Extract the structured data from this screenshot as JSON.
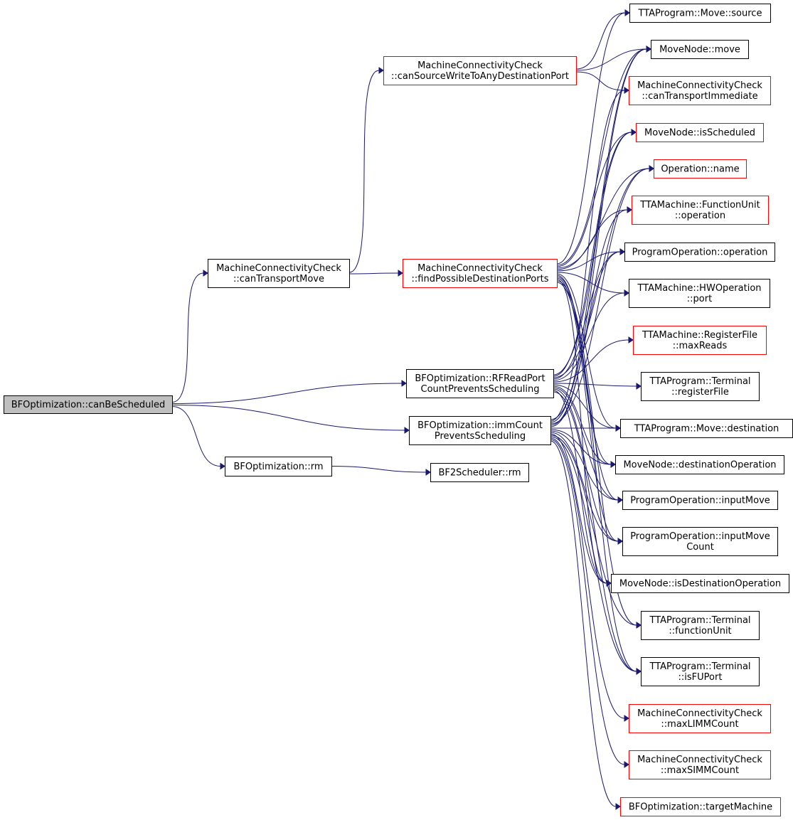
{
  "colors": {
    "edge": "#191970",
    "border_ok": "#000000",
    "border_red": "#ff0000",
    "root_fill": "#bfbfbf",
    "node_fill": "#ffffff"
  },
  "nodes": [
    {
      "id": "root",
      "lines": [
        "BFOptimization::canBeScheduled"
      ],
      "border": "black",
      "highlight": true
    },
    {
      "id": "mcc_canTransportMove",
      "lines": [
        "MachineConnectivityCheck",
        "::canTransportMove"
      ],
      "border": "black"
    },
    {
      "id": "mcc_canSourceWrite",
      "lines": [
        "MachineConnectivityCheck",
        "::canSourceWriteToAnyDestinationPort"
      ],
      "border": "red"
    },
    {
      "id": "mcc_findPossible",
      "lines": [
        "MachineConnectivityCheck",
        "::findPossibleDestinationPorts"
      ],
      "border": "red"
    },
    {
      "id": "bfo_rfRead",
      "lines": [
        "BFOptimization::RFReadPort",
        "CountPreventsScheduling"
      ],
      "border": "black"
    },
    {
      "id": "bfo_immCount",
      "lines": [
        "BFOptimization::immCount",
        "PreventsScheduling"
      ],
      "border": "black"
    },
    {
      "id": "bfo_rm",
      "lines": [
        "BFOptimization::rm"
      ],
      "border": "black"
    },
    {
      "id": "bf2_rm",
      "lines": [
        "BF2Scheduler::rm"
      ],
      "border": "black"
    },
    {
      "id": "tp_move_source",
      "lines": [
        "TTAProgram::Move::source"
      ],
      "border": "black"
    },
    {
      "id": "mn_move",
      "lines": [
        "MoveNode::move"
      ],
      "border": "black"
    },
    {
      "id": "mcc_canTransportImm",
      "lines": [
        "MachineConnectivityCheck",
        "::canTransportImmediate"
      ],
      "border": "red"
    },
    {
      "id": "mn_isScheduled",
      "lines": [
        "MoveNode::isScheduled"
      ],
      "border": "red"
    },
    {
      "id": "op_name",
      "lines": [
        "Operation::name"
      ],
      "border": "red"
    },
    {
      "id": "tm_fu_operation",
      "lines": [
        "TTAMachine::FunctionUnit",
        "::operation"
      ],
      "border": "red"
    },
    {
      "id": "po_operation",
      "lines": [
        "ProgramOperation::operation"
      ],
      "border": "black"
    },
    {
      "id": "tm_hwop_port",
      "lines": [
        "TTAMachine::HWOperation",
        "::port"
      ],
      "border": "black"
    },
    {
      "id": "tm_rf_maxReads",
      "lines": [
        "TTAMachine::RegisterFile",
        "::maxReads"
      ],
      "border": "red"
    },
    {
      "id": "tp_term_registerFile",
      "lines": [
        "TTAProgram::Terminal",
        "::registerFile"
      ],
      "border": "black"
    },
    {
      "id": "tp_move_destination",
      "lines": [
        "TTAProgram::Move::destination"
      ],
      "border": "black"
    },
    {
      "id": "mn_destOperation",
      "lines": [
        "MoveNode::destinationOperation"
      ],
      "border": "black"
    },
    {
      "id": "po_inputMove",
      "lines": [
        "ProgramOperation::inputMove"
      ],
      "border": "black"
    },
    {
      "id": "po_inputMoveCount",
      "lines": [
        "ProgramOperation::inputMove",
        "Count"
      ],
      "border": "black"
    },
    {
      "id": "mn_isDestOperation",
      "lines": [
        "MoveNode::isDestinationOperation"
      ],
      "border": "black"
    },
    {
      "id": "tp_term_functionUnit",
      "lines": [
        "TTAProgram::Terminal",
        "::functionUnit"
      ],
      "border": "black"
    },
    {
      "id": "tp_term_isFUPort",
      "lines": [
        "TTAProgram::Terminal",
        "::isFUPort"
      ],
      "border": "black"
    },
    {
      "id": "mcc_maxLIMM",
      "lines": [
        "MachineConnectivityCheck",
        "::maxLIMMCount"
      ],
      "border": "red"
    },
    {
      "id": "mcc_maxSIMM",
      "lines": [
        "MachineConnectivityCheck",
        "::maxSIMMCount"
      ],
      "border": "red"
    },
    {
      "id": "bfo_targetMachine",
      "lines": [
        "BFOptimization::targetMachine"
      ],
      "border": "red"
    }
  ],
  "edges": [
    [
      "root",
      "mcc_canTransportMove"
    ],
    [
      "root",
      "bfo_rfRead"
    ],
    [
      "root",
      "bfo_immCount"
    ],
    [
      "root",
      "bfo_rm"
    ],
    [
      "mcc_canTransportMove",
      "mcc_canSourceWrite"
    ],
    [
      "mcc_canTransportMove",
      "mcc_findPossible"
    ],
    [
      "mcc_canSourceWrite",
      "tp_move_source"
    ],
    [
      "mcc_canSourceWrite",
      "mn_move"
    ],
    [
      "mcc_canSourceWrite",
      "mcc_canTransportImm"
    ],
    [
      "mcc_findPossible",
      "tp_move_source"
    ],
    [
      "mcc_findPossible",
      "mn_move"
    ],
    [
      "mcc_findPossible",
      "mn_isScheduled"
    ],
    [
      "mcc_findPossible",
      "op_name"
    ],
    [
      "mcc_findPossible",
      "tm_fu_operation"
    ],
    [
      "mcc_findPossible",
      "po_operation"
    ],
    [
      "mcc_findPossible",
      "tm_hwop_port"
    ],
    [
      "mcc_findPossible",
      "tp_move_destination"
    ],
    [
      "mcc_findPossible",
      "mn_destOperation"
    ],
    [
      "mcc_findPossible",
      "po_inputMove"
    ],
    [
      "mcc_findPossible",
      "po_inputMoveCount"
    ],
    [
      "mcc_findPossible",
      "mn_isDestOperation"
    ],
    [
      "mcc_findPossible",
      "tp_term_functionUnit"
    ],
    [
      "mcc_findPossible",
      "tp_term_isFUPort"
    ],
    [
      "bfo_rfRead",
      "mn_move"
    ],
    [
      "bfo_rfRead",
      "mn_isScheduled"
    ],
    [
      "bfo_rfRead",
      "op_name"
    ],
    [
      "bfo_rfRead",
      "po_operation"
    ],
    [
      "bfo_rfRead",
      "tm_hwop_port"
    ],
    [
      "bfo_rfRead",
      "tm_rf_maxReads"
    ],
    [
      "bfo_rfRead",
      "tp_term_registerFile"
    ],
    [
      "bfo_rfRead",
      "tp_move_destination"
    ],
    [
      "bfo_rfRead",
      "mn_destOperation"
    ],
    [
      "bfo_rfRead",
      "po_inputMove"
    ],
    [
      "bfo_rfRead",
      "po_inputMoveCount"
    ],
    [
      "bfo_rfRead",
      "mn_isDestOperation"
    ],
    [
      "bfo_rfRead",
      "tp_term_isFUPort"
    ],
    [
      "bfo_immCount",
      "mn_move"
    ],
    [
      "bfo_immCount",
      "mcc_canTransportImm"
    ],
    [
      "bfo_immCount",
      "mn_isScheduled"
    ],
    [
      "bfo_immCount",
      "op_name"
    ],
    [
      "bfo_immCount",
      "tm_fu_operation"
    ],
    [
      "bfo_immCount",
      "po_operation"
    ],
    [
      "bfo_immCount",
      "tp_move_destination"
    ],
    [
      "bfo_immCount",
      "mn_destOperation"
    ],
    [
      "bfo_immCount",
      "po_inputMove"
    ],
    [
      "bfo_immCount",
      "po_inputMoveCount"
    ],
    [
      "bfo_immCount",
      "mn_isDestOperation"
    ],
    [
      "bfo_immCount",
      "tp_term_functionUnit"
    ],
    [
      "bfo_immCount",
      "tp_term_isFUPort"
    ],
    [
      "bfo_immCount",
      "mcc_maxLIMM"
    ],
    [
      "bfo_immCount",
      "mcc_maxSIMM"
    ],
    [
      "bfo_immCount",
      "bfo_targetMachine"
    ],
    [
      "bfo_rm",
      "bf2_rm"
    ]
  ]
}
